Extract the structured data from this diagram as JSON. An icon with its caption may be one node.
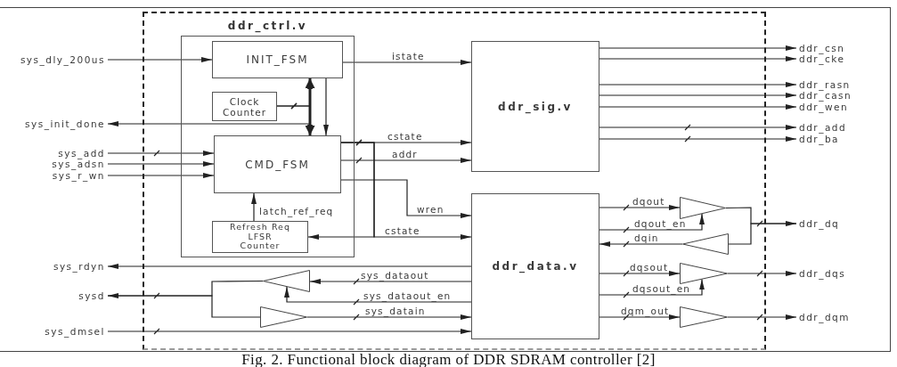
{
  "diagram": {
    "caption": "Fig. 2. Functional block diagram of DDR SDRAM controller [2]",
    "nodes": [
      {
        "text": [],
        "shape": "box"
      },
      {
        "text": [
          "ddr_ctrl.v"
        ],
        "in": 0
      },
      {
        "text": [
          "INIT_FSM"
        ],
        "in": 1
      },
      {
        "text": [
          "Clock Counter"
        ],
        "in": 1
      },
      {
        "text": [
          "CMD_FSM"
        ],
        "in": 1
      },
      {
        "text": [
          "Refresh Req LFSR Counter"
        ],
        "in": 1
      },
      {
        "text": [
          "ddr_sig.v"
        ],
        "in": 0
      },
      {
        "text": [
          "ddr_data.v"
        ],
        "in": 0
      },
      {
        "text": [],
        "shape": "triangle",
        "in": 0
      },
      {
        "text": [],
        "shape": "triangle",
        "in": 0
      },
      {
        "text": [],
        "shape": "triangle",
        "in": 0
      },
      {
        "text": [],
        "shape": "triangle",
        "in": 0
      },
      {
        "text": [],
        "shape": "triangle",
        "in": 0
      },
      {
        "text": [],
        "shape": "triangle",
        "in": 0
      },
      {
        "text": [
          "sys_dly_200us"
        ]
      },
      {
        "text": [
          "sys_init_done"
        ]
      },
      {
        "text": [
          "sys_add"
        ]
      },
      {
        "text": [
          "sys_adsn"
        ]
      },
      {
        "text": [
          "sys_r_wn"
        ]
      },
      {
        "text": [
          "sys_rdyn"
        ]
      },
      {
        "text": [
          "sysd"
        ]
      },
      {
        "text": [
          "sys_dmsel"
        ]
      },
      {
        "text": [
          "ddr_csn"
        ]
      },
      {
        "text": [
          "ddr_cke"
        ]
      },
      {
        "text": [
          "ddr_rasn"
        ]
      },
      {
        "text": [
          "ddr_casn"
        ]
      },
      {
        "text": [
          "ddr_wen"
        ]
      },
      {
        "text": [
          "ddr_add"
        ]
      },
      {
        "text": [
          "ddr_ba"
        ]
      },
      {
        "text": [
          "ddr_dq"
        ]
      },
      {
        "text": [
          "ddr_dqs"
        ]
      },
      {
        "text": [
          "ddr_dqm"
        ]
      }
    ],
    "edges": [
      {
        "from": 14,
        "to": 2,
        "arrow": "to"
      },
      {
        "from": 2,
        "to": 6,
        "arrow": "to",
        "label": "istate"
      },
      {
        "from": 2,
        "to": 4,
        "arrow": "both",
        "style": "thick"
      },
      {
        "from": 2,
        "to": 4,
        "arrow": "to"
      },
      {
        "from": 3,
        "to": 2,
        "arrow": "to"
      },
      {
        "from": 3,
        "to": 4,
        "arrow": "to"
      },
      {
        "from": 2,
        "to": 15,
        "arrow": "to"
      },
      {
        "from": 16,
        "to": 4,
        "arrow": "to"
      },
      {
        "from": 17,
        "to": 4,
        "arrow": "to"
      },
      {
        "from": 18,
        "to": 4,
        "arrow": "to"
      },
      {
        "from": 4,
        "to": 6,
        "arrow": "to",
        "label": "cstate"
      },
      {
        "from": 4,
        "to": 6,
        "arrow": "to",
        "label": "addr"
      },
      {
        "from": 4,
        "to": 7,
        "arrow": "to",
        "label": "wren"
      },
      {
        "from": 4,
        "to": 7,
        "arrow": "to",
        "label": "cstate"
      },
      {
        "from": 4,
        "to": 5,
        "arrow": "to"
      },
      {
        "from": 5,
        "to": 4,
        "arrow": "to",
        "label": "latch_ref_req"
      },
      {
        "from": 7,
        "to": 19,
        "arrow": "to"
      },
      {
        "from": 7,
        "to": 8,
        "arrow": "to",
        "label": "sys_dataout"
      },
      {
        "from": 7,
        "to": 8,
        "arrow": "to",
        "label": "sys_dataout_en"
      },
      {
        "from": 8,
        "to": 20,
        "arrow": "to"
      },
      {
        "from": 20,
        "to": 9,
        "arrow": "none"
      },
      {
        "from": 9,
        "to": 7,
        "arrow": "to",
        "label": "sys_datain"
      },
      {
        "from": 21,
        "to": 7,
        "arrow": "to"
      },
      {
        "from": 6,
        "to": 22,
        "arrow": "to"
      },
      {
        "from": 6,
        "to": 23,
        "arrow": "to"
      },
      {
        "from": 6,
        "to": 24,
        "arrow": "to"
      },
      {
        "from": 6,
        "to": 25,
        "arrow": "to"
      },
      {
        "from": 6,
        "to": 26,
        "arrow": "to"
      },
      {
        "from": 6,
        "to": 27,
        "arrow": "to"
      },
      {
        "from": 6,
        "to": 28,
        "arrow": "to"
      },
      {
        "from": 7,
        "to": 10,
        "arrow": "to",
        "label": "dqout"
      },
      {
        "from": 7,
        "to": 10,
        "arrow": "to",
        "label": "dqout_en"
      },
      {
        "from": 10,
        "to": 29,
        "arrow": "to"
      },
      {
        "from": 29,
        "to": 11,
        "arrow": "none"
      },
      {
        "from": 11,
        "to": 7,
        "arrow": "to",
        "label": "dqin"
      },
      {
        "from": 7,
        "to": 12,
        "arrow": "to",
        "label": "dqsout"
      },
      {
        "from": 7,
        "to": 12,
        "arrow": "to",
        "label": "dqsout_en"
      },
      {
        "from": 12,
        "to": 30,
        "arrow": "to"
      },
      {
        "from": 7,
        "to": 13,
        "arrow": "to",
        "label": "dqm_out"
      },
      {
        "from": 13,
        "to": 31,
        "arrow": "to"
      }
    ]
  }
}
